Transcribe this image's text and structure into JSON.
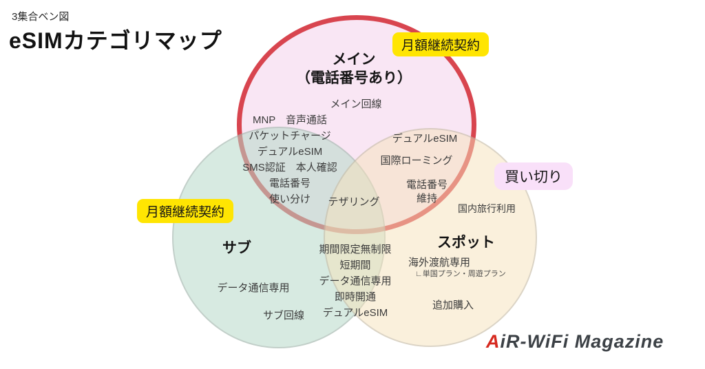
{
  "header": {
    "subtitle": "3集合ベン図",
    "title": "eSIMカテゴリマップ"
  },
  "badges": {
    "monthly_top": "月額継続契約",
    "monthly_left": "月額継続契約",
    "buyout": "買い切り"
  },
  "sets": {
    "main": {
      "title_line1": "メイン",
      "title_line2": "（電話番号あり）",
      "items": [
        "メイン回線"
      ]
    },
    "sub": {
      "title": "サブ",
      "items": [
        "データ通信専用",
        "サブ回線"
      ]
    },
    "spot": {
      "title": "スポット",
      "item_domestic": "国内旅行利用",
      "item_overseas": "海外渡航専用",
      "item_overseas_sub": "∟単国プラン・周遊プラン",
      "item_additional": "追加購入"
    }
  },
  "overlaps": {
    "main_sub": [
      "MNP　音声通話",
      "パケットチャージ",
      "デュアルeSIM",
      "SMS認証　本人確認",
      "電話番号",
      "使い分け"
    ],
    "main_spot": [
      "デュアルeSIM",
      "国際ローミング",
      "電話番号",
      "維持"
    ],
    "sub_spot": [
      "期間限定無制限",
      "短期間",
      "データ通信専用",
      "即時開通",
      "デュアルeSIM"
    ],
    "center": "テザリング"
  },
  "logo": {
    "prefix": "A",
    "rest": "iR-WiFi Magazine"
  },
  "colors": {
    "main_border": "#d8454f",
    "main_fill": "#f9e5f4",
    "sub_fill": "#d7e9e0",
    "spot_fill": "#faf0dc",
    "badge_yellow": "#ffe502",
    "badge_pink": "#f9e0f9",
    "logo_red": "#d6281e",
    "logo_dark": "#3c4146"
  }
}
